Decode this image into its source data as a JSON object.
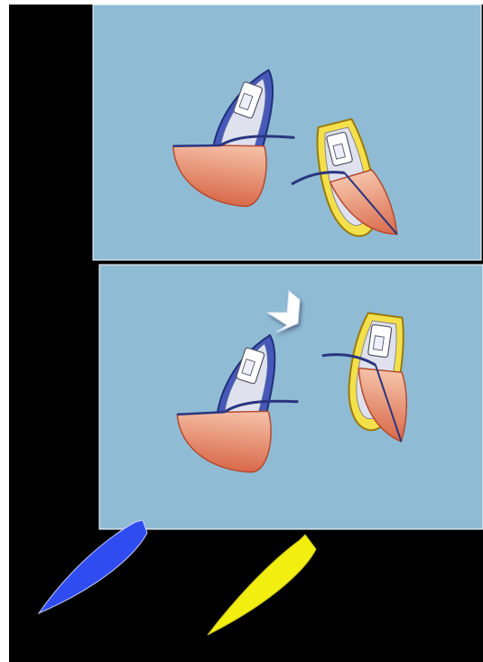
{
  "scene": {
    "background": "#000000",
    "border_color": "#ffffff",
    "water_color": "#8fbcd4",
    "panels": [
      {
        "name": "panel-top",
        "boats": [
          "blue",
          "yellow"
        ]
      },
      {
        "name": "panel-middle",
        "boats": [
          "blue",
          "yellow"
        ],
        "arrow": "down-right-arrow-icon"
      }
    ],
    "legend": {
      "boats": [
        "blue",
        "yellow"
      ]
    }
  },
  "colors": {
    "blue_hull": "#4659b8",
    "blue_icon": "#2f4cf0",
    "yellow_hull": "#f4e04a",
    "yellow_icon": "#f2ee10",
    "sail": "#e07a55",
    "sail_light": "#f2b49a",
    "deck": "#dfe2ee",
    "arrow": "#ffffff"
  }
}
